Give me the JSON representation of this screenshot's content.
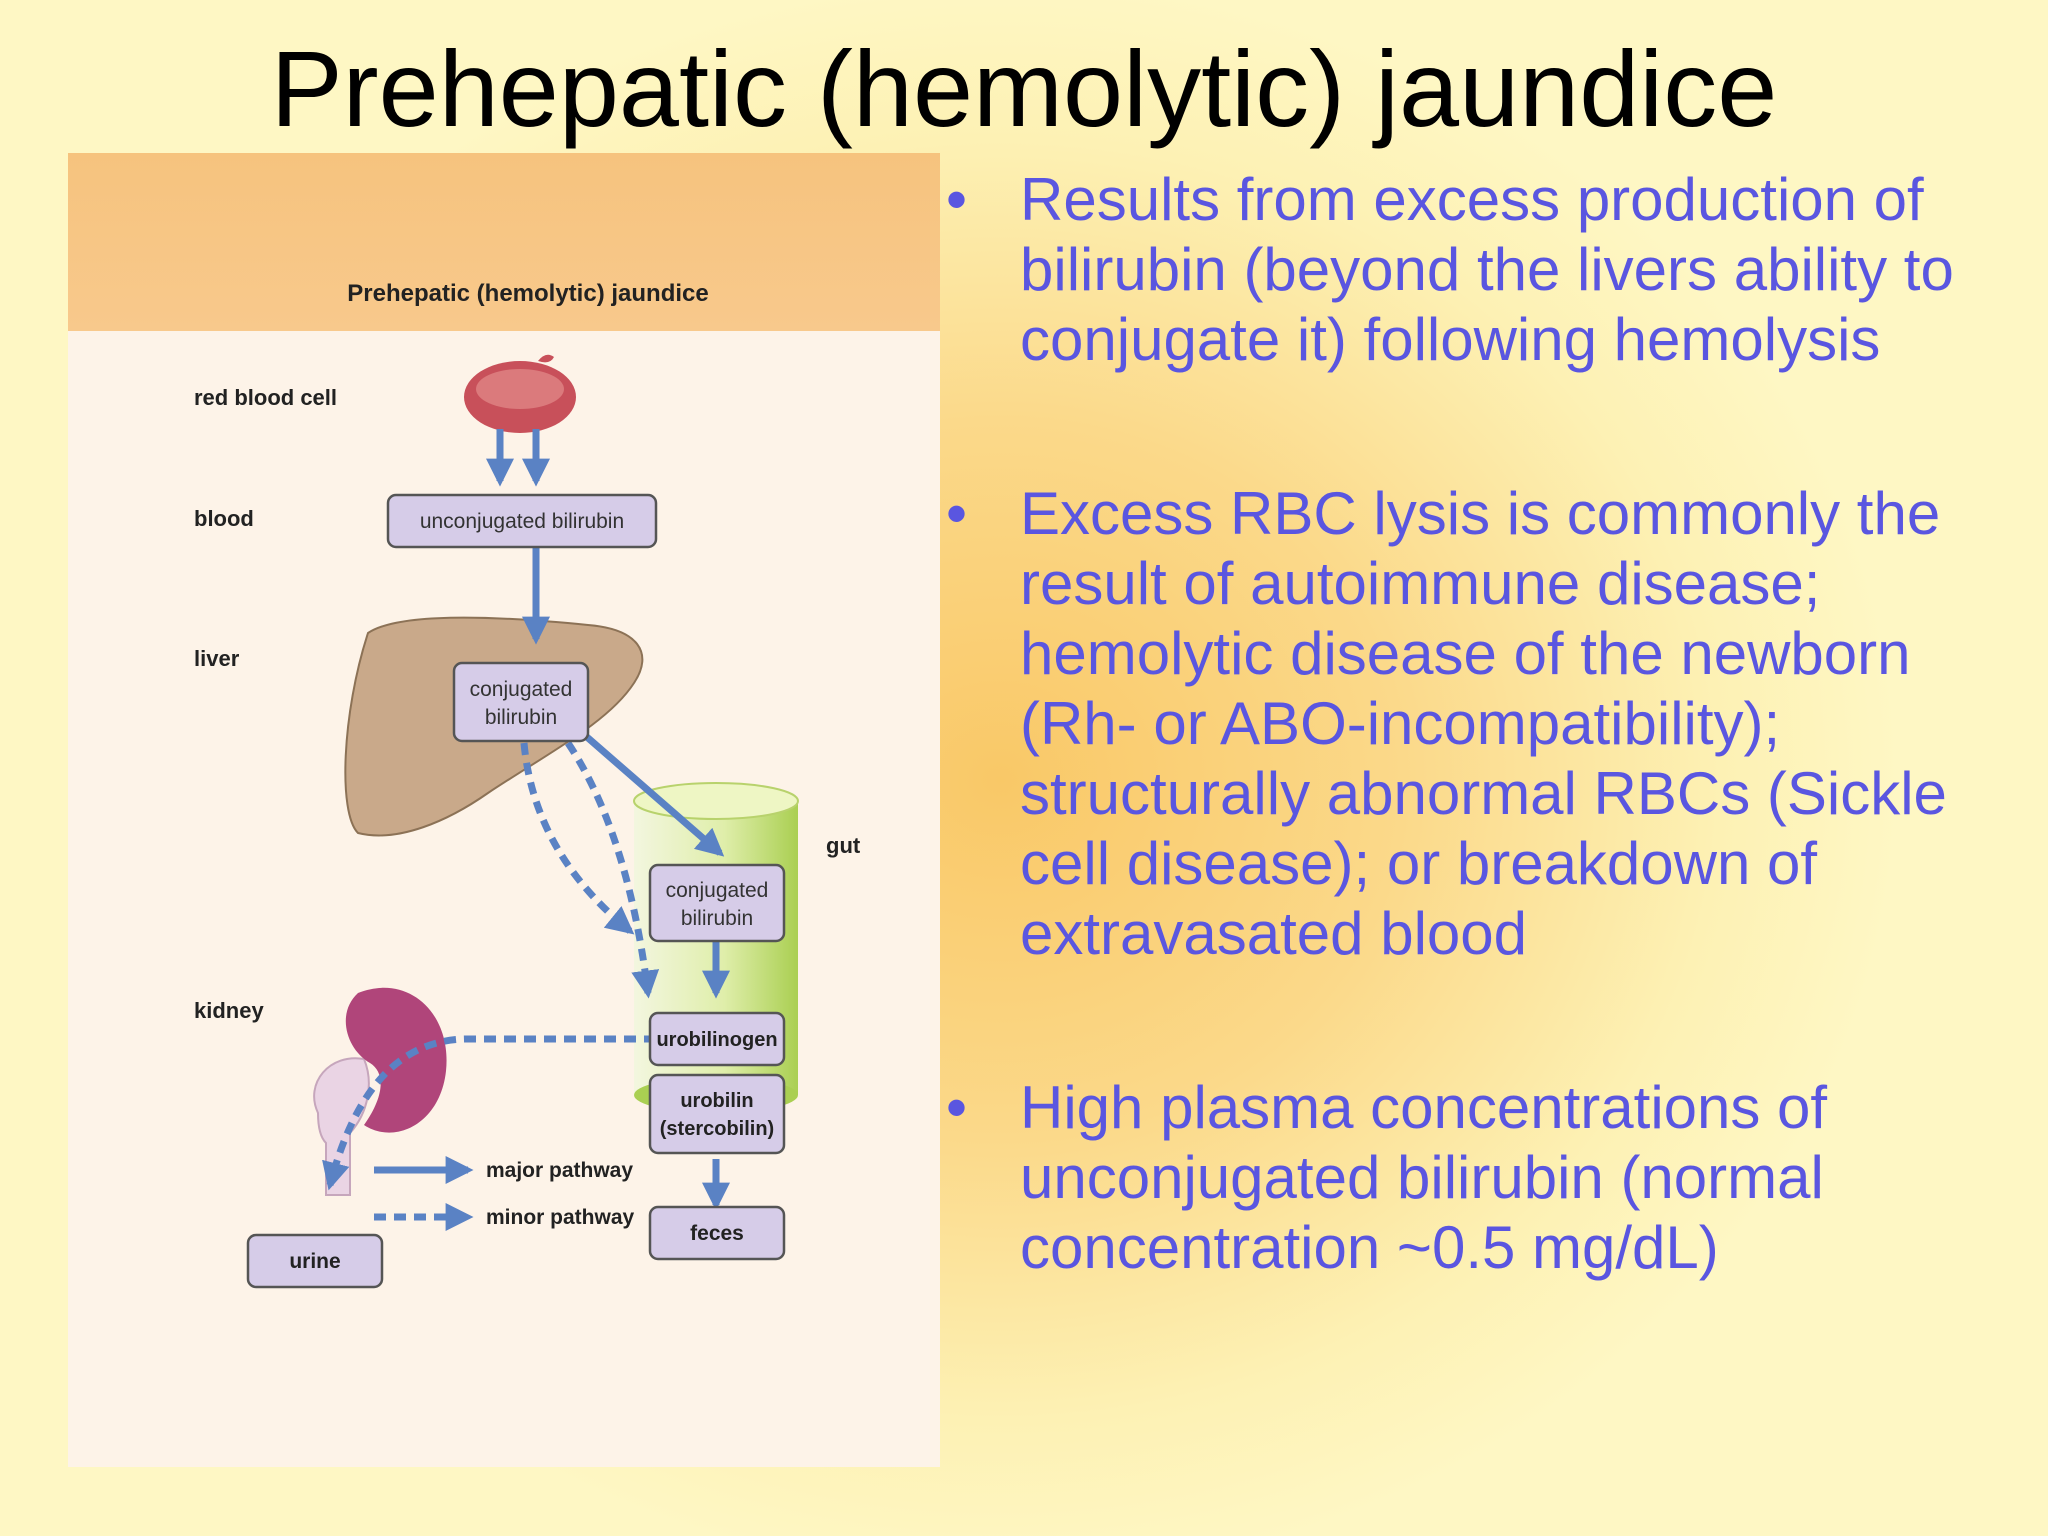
{
  "slide": {
    "title": "Prehepatic (hemolytic) jaundice"
  },
  "diagram": {
    "title": "Prehepatic (hemolytic) jaundice",
    "row_labels": {
      "red_blood_cell": "red blood cell",
      "blood": "blood",
      "liver": "liver",
      "kidney": "kidney",
      "gut": "gut"
    },
    "boxes": {
      "unconjugated": "unconjugated bilirubin",
      "conjugated_liver": [
        "conjugated",
        "bilirubin"
      ],
      "conjugated_gut": [
        "conjugated",
        "bilirubin"
      ],
      "urobilinogen": "urobilinogen",
      "urobilin": [
        "urobilin",
        "(stercobilin)"
      ],
      "feces": "feces",
      "urine": "urine"
    },
    "legend": {
      "major": "major pathway",
      "minor": "minor pathway"
    },
    "colors": {
      "arrow": "#5a82c4",
      "box_fill": "#d6cce8",
      "box_stroke": "#555555",
      "liver": "#c9a98a",
      "kidney": "#b0457a",
      "rbc": "#c8505a",
      "gut": "#cbe38a"
    }
  },
  "bullets": [
    "Results from excess production of bilirubin (beyond the livers ability to conjugate it) following hemolysis",
    "Excess RBC lysis is commonly the result of autoimmune disease; hemolytic disease of the newborn (Rh- or ABO-incompatibility); structurally abnormal RBCs (Sickle cell disease); or breakdown of extravasated blood",
    "High plasma concentrations of unconjugated bilirubin (normal concentration ~0.5 mg/dL)"
  ]
}
